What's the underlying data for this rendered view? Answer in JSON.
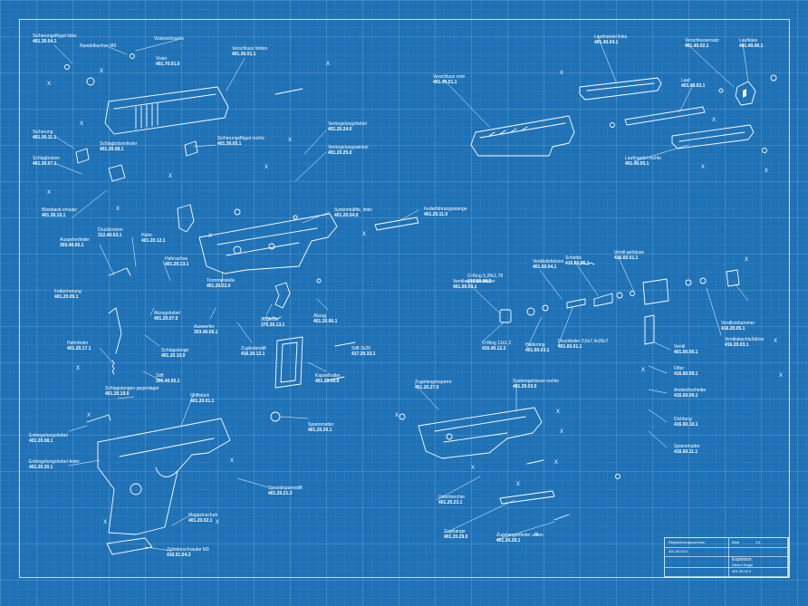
{
  "parts": [
    {
      "name": "Sicherungsflügel links",
      "code": "401.30.04.1"
    },
    {
      "name": "Randelbuchse M3",
      "code": ""
    },
    {
      "name": "Visierschraube",
      "code": ""
    },
    {
      "name": "Visier",
      "code": "401.70.01.0"
    },
    {
      "name": "Verschluss hinten",
      "code": "401.30.01.1"
    },
    {
      "name": "Sicherung",
      "code": "401.30.11.1"
    },
    {
      "name": "Schlagbolzenfeder",
      "code": "401.30.08.1"
    },
    {
      "name": "Schlagbolzen",
      "code": "401.30.07.1"
    },
    {
      "name": "Sicherungsflügel rechts",
      "code": "401.30.05.1"
    },
    {
      "name": "Verriegelungshebel",
      "code": "401.20.24.0"
    },
    {
      "name": "Verriegelungswinkel",
      "code": "401.20.25.0"
    },
    {
      "name": "Blowback-einsatz",
      "code": "401.30.10.1"
    },
    {
      "name": "Druckbolzen",
      "code": "312.40.03.1"
    },
    {
      "name": "Hahn",
      "code": "401.20.12.1"
    },
    {
      "name": "Systemhälfte, links",
      "code": "401.20.04.0"
    },
    {
      "name": "Federführungsstange",
      "code": "401.20.11.0"
    },
    {
      "name": "Auspeherfeder",
      "code": "303.40.05.1"
    },
    {
      "name": "Hahnachse",
      "code": "401.20.13.1"
    },
    {
      "name": "Trommelstelle",
      "code": "401.20.22.0"
    },
    {
      "name": "Fallsicherung",
      "code": "401.20.09.1"
    },
    {
      "name": "Abzugshebel",
      "code": "401.20.07.0"
    },
    {
      "name": "Auswerfer",
      "code": "303.40.06.1"
    },
    {
      "name": "Zugfeder",
      "code": "370.20.13.1"
    },
    {
      "name": "Abzug",
      "code": "401.20.06.1"
    },
    {
      "name": "Zugfederstift",
      "code": "416.20.12.1"
    },
    {
      "name": "Hahnfeder",
      "code": "401.20.17.1"
    },
    {
      "name": "Schlagstange",
      "code": "401.20.10.0"
    },
    {
      "name": "Stift 3x20",
      "code": "417.20.33.1"
    },
    {
      "name": "Stift",
      "code": "306.40.05.1"
    },
    {
      "name": "Kapselhalter",
      "code": "401.20.16.0"
    },
    {
      "name": "Schlagstangen-gegenlager",
      "code": "401.20.19.0"
    },
    {
      "name": "Griffstück",
      "code": "401.20.01.1"
    },
    {
      "name": "Spannmutter",
      "code": "401.20.20.1"
    },
    {
      "name": "Entriegelungshebel",
      "code": "401.20.08.1"
    },
    {
      "name": "Entriegelungshebel-feder",
      "code": "401.20.30.1"
    },
    {
      "name": "Spezialspannstift",
      "code": "401.20.21.3"
    },
    {
      "name": "Magazinschuh",
      "code": "401.20.02.1"
    },
    {
      "name": "Zylinderschraube M3",
      "code": "416.51.04.3"
    },
    {
      "name": "Verschluss vorn",
      "code": "401.40.01.1"
    },
    {
      "name": "Laufmantel links",
      "code": "401.40.04.1"
    },
    {
      "name": "Verschlussersatz",
      "code": "401.40.02.1"
    },
    {
      "name": "Laufkäse",
      "code": "401.40.06.1"
    },
    {
      "name": "Lauf",
      "code": "401.40.03.1"
    },
    {
      "name": "Laufmantel rechts",
      "code": "401.40.05.1"
    },
    {
      "name": "Ventilsitzbolzen",
      "code": "401.60.04.1"
    },
    {
      "name": "Scheibe",
      "code": "416.60.05.1"
    },
    {
      "name": "Ventil-gehäuse",
      "code": "416.60.01.1"
    },
    {
      "name": "O-Ring 5,28x1,78",
      "code": "416.60.08.2"
    },
    {
      "name": "Ventilstöschel-mutter",
      "code": "401.60.03.1"
    },
    {
      "name": "Ventilvorkammer",
      "code": "416.20.05.1"
    },
    {
      "name": "O-Ring 12x1,2",
      "code": "416.40.12.2"
    },
    {
      "name": "Halterring",
      "code": "401.60.03.1"
    },
    {
      "name": "Druckfeder 0,6x7,4x26x7",
      "code": "401.60.01.1"
    },
    {
      "name": "Ventilabschlußdüse",
      "code": "416.20.03.1"
    },
    {
      "name": "Ventil",
      "code": "401.60.00.1"
    },
    {
      "name": "Filter",
      "code": "416.60.09.1"
    },
    {
      "name": "Anstechscheibe",
      "code": "416.60.09.1"
    },
    {
      "name": "Zugstangensperre",
      "code": "401.20.27.0"
    },
    {
      "name": "Systemgehäuse rechts",
      "code": "401.20.03.0"
    },
    {
      "name": "Dichtung",
      "code": "416.60.10.1"
    },
    {
      "name": "Spannmutter",
      "code": "416.60.11.1"
    },
    {
      "name": "Unterbrecher",
      "code": "401.20.23.1"
    },
    {
      "name": "Zugstange",
      "code": "401.20.29.0"
    },
    {
      "name": "Zugstangenfeder unten",
      "code": "401.20.28.1"
    }
  ],
  "markers": {
    "x": "X"
  },
  "title_block": {
    "drawing_title": "Explosion",
    "drawing_subtitle": "Desert Eagle",
    "drawing_no": "401.00.00.0",
    "company_label": "Registrierungsnummer",
    "company_value": "401.00.00.0",
    "sheet_label": "Blatt",
    "sheet_value": "1/1"
  },
  "colors": {
    "background": "#1f72b6",
    "ink": "#ffffff"
  }
}
